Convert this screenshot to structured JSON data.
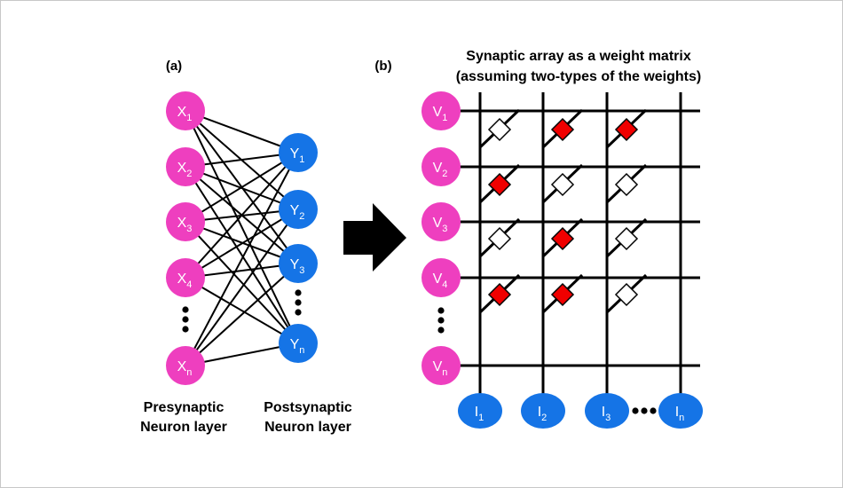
{
  "panel_a": {
    "label": "(a)",
    "pre_neurons": [
      {
        "base": "X",
        "sub": "1"
      },
      {
        "base": "X",
        "sub": "2"
      },
      {
        "base": "X",
        "sub": "3"
      },
      {
        "base": "X",
        "sub": "4"
      },
      {
        "base": "X",
        "sub": "n"
      }
    ],
    "post_neurons": [
      {
        "base": "Y",
        "sub": "1"
      },
      {
        "base": "Y",
        "sub": "2"
      },
      {
        "base": "Y",
        "sub": "3"
      },
      {
        "base": "Y",
        "sub": "n"
      }
    ],
    "pre_caption": [
      "Presynaptic",
      "Neuron layer"
    ],
    "post_caption": [
      "Postsynaptic",
      "Neuron layer"
    ]
  },
  "panel_b": {
    "label": "(b)",
    "title": [
      "Synaptic array as a weight matrix",
      "(assuming two-types of the weights)"
    ],
    "row_neurons": [
      {
        "base": "V",
        "sub": "1"
      },
      {
        "base": "V",
        "sub": "2"
      },
      {
        "base": "V",
        "sub": "3"
      },
      {
        "base": "V",
        "sub": "4"
      },
      {
        "base": "V",
        "sub": "n"
      }
    ],
    "col_neurons": [
      {
        "base": "I",
        "sub": "1"
      },
      {
        "base": "I",
        "sub": "2"
      },
      {
        "base": "I",
        "sub": "3"
      },
      {
        "base": "I",
        "sub": "n"
      }
    ],
    "weights": [
      [
        "white",
        "red",
        "red"
      ],
      [
        "red",
        "white",
        "white"
      ],
      [
        "white",
        "red",
        "white"
      ],
      [
        "red",
        "red",
        "white"
      ]
    ]
  },
  "colors": {
    "pre": "#ee3fbf",
    "post": "#1574e6",
    "weight_red": "#f00000",
    "weight_white": "#ffffff",
    "ink": "#000000"
  },
  "icons": [
    "right-arrow-icon",
    "ellipsis-dots-icon"
  ]
}
